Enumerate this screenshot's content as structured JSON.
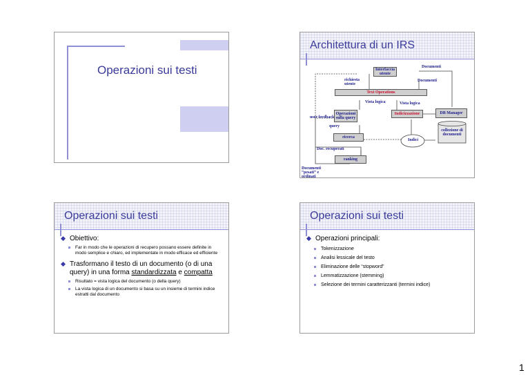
{
  "slide1": {
    "title": "Operazioni sui testi"
  },
  "slide2": {
    "title": "Architettura di un IRS",
    "diagram": {
      "interfaccia": "Interfaccia utente",
      "documenti_top": "Documenti",
      "documenti_mid": "Documenti",
      "richiesta": "richiesta utente",
      "text_operations": "Text Operations",
      "vista_logica_1": "Vista logica",
      "vista_logica_2": "Vista logica",
      "user_feedback": "user feedback",
      "operazioni_query": "Operazioni sulla query",
      "indicizzazione": "Indicizzazione",
      "db_manager": "DB Manager",
      "query": "query",
      "ricerca": "ricerca",
      "indici": "Indici",
      "collezione": "collezione di documenti",
      "doc_recuperati": "Doc. recuperati",
      "ranking": "ranking",
      "documenti_pesati": "Documenti “pesati” e ordinati"
    }
  },
  "slide3": {
    "title": "Operazioni sui testi",
    "b1": "Obiettivo:",
    "b1_sub": "Far in modo che le operazioni di recupero possano essere definite in modo semplice e chiaro, ed implementate in modo efficace ed efficiente",
    "b2_pre": "Trasformano il testo di un documento (o di una query) in una forma ",
    "b2_u1": "standardizzata",
    "b2_mid": " e ",
    "b2_u2": "compatta",
    "b2_sub1": "Risultato = vista logica del documento (o della query)",
    "b2_sub2": "La vista logica di un documento si basa su un insieme di termini indice estratti dal documento"
  },
  "slide4": {
    "title": "Operazioni sui testi",
    "b1": "Operazioni principali:",
    "items": [
      "Tokenizzazione",
      "Analisi lessicale del testo",
      "Eliminazione delle “stopword”",
      "Lemmatizzazione (stemming)",
      "Selezione dei termini caratterizzanti (termini indice)"
    ]
  },
  "page_number": "1"
}
